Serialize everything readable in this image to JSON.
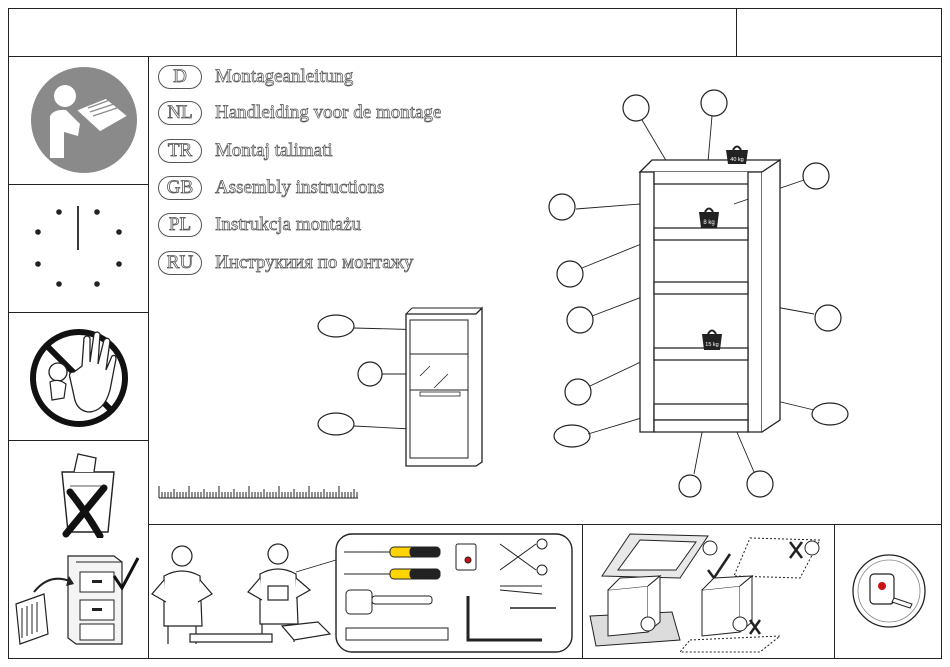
{
  "header": {
    "title": "",
    "code": ""
  },
  "languages": [
    {
      "code": "D",
      "text": "Montageanleitung"
    },
    {
      "code": "NL",
      "text": "Handleiding voor de montage"
    },
    {
      "code": "TR",
      "text": "Montaj  talimati"
    },
    {
      "code": "GB",
      "text": "Assembly instructions"
    },
    {
      "code": "PL",
      "text": "Instrukcja montażu"
    },
    {
      "code": "RU",
      "text": "Инструкиия по монтажу"
    }
  ],
  "weights": {
    "top": "40 kg",
    "shelf_upper": "8 kg",
    "shelf_lower": "15 kg"
  },
  "icons": {
    "read_manual": "read-manual-icon",
    "clock": "clock-icon",
    "no_children": "no-children-icon",
    "recycle": "dispose-packaging-icon",
    "cabinet_storage": "file-cabinet-icon"
  }
}
